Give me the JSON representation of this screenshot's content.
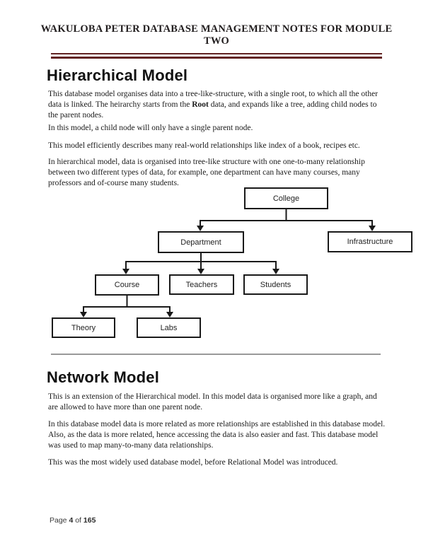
{
  "header": {
    "title": "WAKULOBA PETER DATABASE MANAGEMENT NOTES FOR MODULE TWO"
  },
  "hierarchical": {
    "heading": "Hierarchical Model",
    "p1_pre": "This database model organises data into a tree-like-structure, with a single root, to which all the other data is linked. The heirarchy starts from the ",
    "p1_bold": "Root",
    "p1_post": " data, and expands like a tree, adding child nodes to the parent nodes.",
    "p2": "In this model, a child node will only have a single parent node.",
    "p3": "This model efficiently describes many real-world relationships like index of a book, recipes etc.",
    "p4": "In hierarchical model, data is organised into tree-like structure with one one-to-many relationship between two different types of data, for example, one department can have many courses, many professors and of-course many students."
  },
  "diagram": {
    "nodes": {
      "college": {
        "label": "College"
      },
      "department": {
        "label": "Department"
      },
      "infrastructure": {
        "label": "Infrastructure"
      },
      "course": {
        "label": "Course"
      },
      "teachers": {
        "label": "Teachers"
      },
      "students": {
        "label": "Students"
      },
      "theory": {
        "label": "Theory"
      },
      "labs": {
        "label": "Labs"
      }
    },
    "edges": [
      {
        "from": "College",
        "to": "Department"
      },
      {
        "from": "College",
        "to": "Infrastructure"
      },
      {
        "from": "Department",
        "to": "Course"
      },
      {
        "from": "Department",
        "to": "Teachers"
      },
      {
        "from": "Department",
        "to": "Students"
      },
      {
        "from": "Course",
        "to": "Theory"
      },
      {
        "from": "Course",
        "to": "Labs"
      }
    ]
  },
  "network": {
    "heading": "Network Model",
    "p1": "This is an extension of the Hierarchical model. In this model data is organised more like a graph, and are allowed to have more than one parent node.",
    "p2": "In this database model data is more related as more relationships are established in this database model. Also, as the data is more related, hence accessing the data is also easier and fast. This database model was used to map many-to-many data relationships.",
    "p3": "This was the most widely used database model, before Relational Model was introduced."
  },
  "footer": {
    "pre": "Page ",
    "page_number": "4",
    "mid": " of ",
    "total_pages": "165"
  },
  "colors": {
    "header_rule": "#622423",
    "divider": "#999999",
    "diagram_border": "#1a1a1a",
    "text": "#1a1a1a"
  }
}
